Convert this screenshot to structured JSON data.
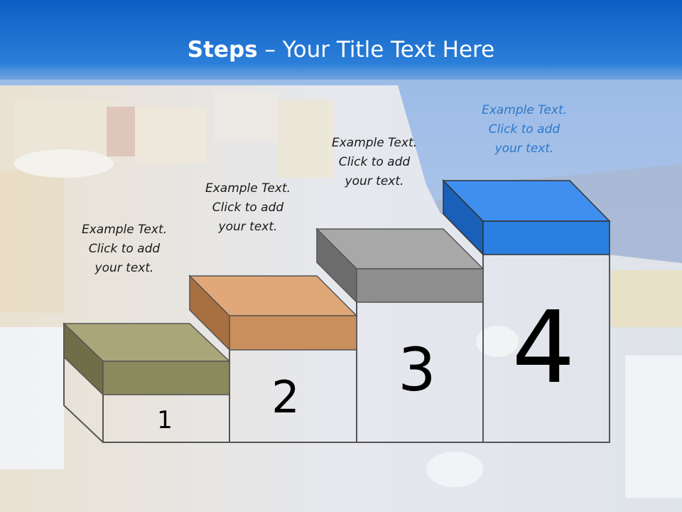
{
  "title": {
    "bold": "Steps",
    "rest": " – Your Title Text Here"
  },
  "steps": [
    {
      "number": "1",
      "line1": "Example Text.",
      "line2": "Click  to add",
      "line3": "your text.",
      "color": "#8b8a5c"
    },
    {
      "number": "2",
      "line1": "Example Text.",
      "line2": "Click  to add",
      "line3": "your text.",
      "color": "#c98f5c"
    },
    {
      "number": "3",
      "line1": "Example Text.",
      "line2": "Click  to add",
      "line3": "your text.",
      "color": "#8e8e8e"
    },
    {
      "number": "4",
      "line1": "Example Text.",
      "line2": "Click  to add",
      "line3": "your text.",
      "color": "#2a7fe0"
    }
  ],
  "colors": {
    "header": "#1565c8",
    "sky": "#8fb3e6",
    "outline": "#555555"
  }
}
